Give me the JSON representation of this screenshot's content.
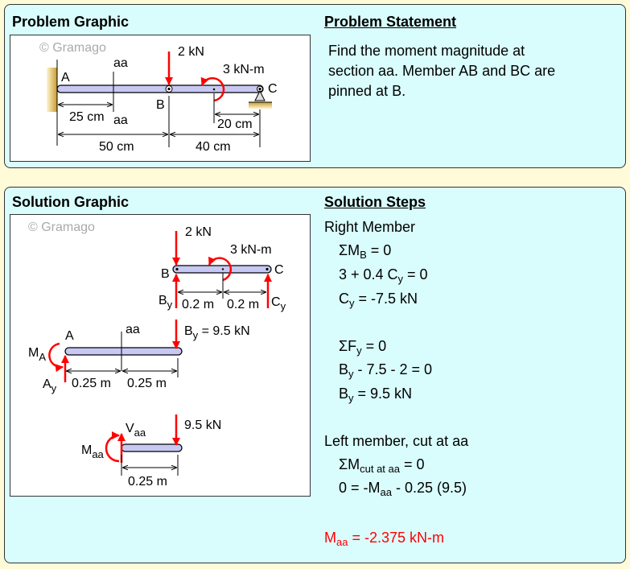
{
  "problem": {
    "graphic_title": "Problem Graphic",
    "statement_title": "Problem Statement",
    "statement_lines": [
      "Find the moment magnitude at",
      "section aa. Member AB and BC are",
      "pinned at B."
    ],
    "graphic": {
      "watermark": "© Gramago",
      "load_force": "2 kN",
      "load_moment": "3 kN-m",
      "label_a": "A",
      "label_b": "B",
      "label_c": "C",
      "section": "aa",
      "dim_25": "25 cm",
      "dim_20": "20 cm",
      "dim_50": "50 cm",
      "dim_40": "40 cm"
    }
  },
  "solution": {
    "graphic_title": "Solution Graphic",
    "steps_title": "Solution Steps",
    "graphic": {
      "watermark": "© Gramago",
      "force": "2 kN",
      "moment": "3 kN-m",
      "B": "B",
      "C": "C",
      "By": "B",
      "y": "y",
      "Cy": "C",
      "dim_02": "0.2 m",
      "A": "A",
      "aa": "aa",
      "By_val": " = 9.5 kN",
      "M": "M",
      "A_sub": "A",
      "Ay": "A",
      "dim_025": "0.25 m",
      "V": "V",
      "aa_sub": "aa",
      "force_95": "9.5 kN"
    },
    "steps": {
      "right_heading": "Right Member",
      "s1": {
        "a": "ΣM",
        "sub": "B",
        "b": " = 0"
      },
      "s2": {
        "a": "3 + 0.4 C",
        "sub": "y",
        "b": " = 0"
      },
      "s3": {
        "a": "C",
        "sub": "y",
        "b": " = -7.5 kN"
      },
      "s4": {
        "a": "ΣF",
        "sub": "y",
        "b": " = 0"
      },
      "s5": {
        "a": "B",
        "sub": "y",
        "b": " - 7.5 - 2 = 0"
      },
      "s6": {
        "a": "B",
        "sub": "y",
        "b": " = 9.5 kN"
      },
      "left_heading": "Left member, cut at aa",
      "s7": {
        "a": "ΣM",
        "sub": "cut at aa",
        "b": " = 0"
      },
      "s8": {
        "a": "0 = -M",
        "sub": "aa",
        "b": " - 0.25 (9.5)"
      },
      "answer": {
        "a": "M",
        "sub": "aa",
        "b": " = -2.375 kN-m"
      }
    }
  },
  "colors": {
    "background": "#fffbd9",
    "panel": "#d9fdfd",
    "force": "#ff0000",
    "beam": "#c8c8f4",
    "answer": "#ff0000"
  }
}
